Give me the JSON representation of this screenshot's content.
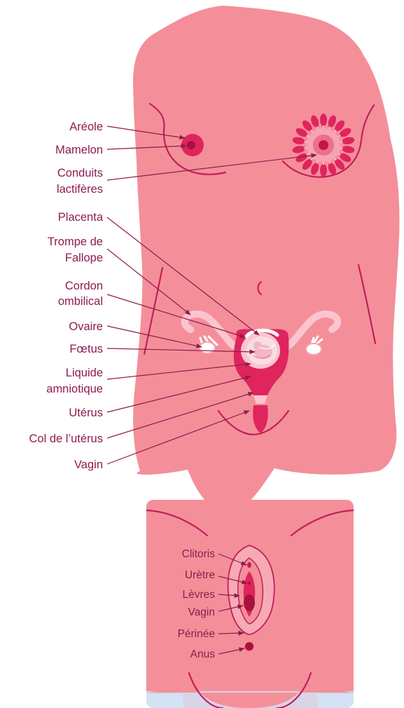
{
  "colors": {
    "skin": "#f48f99",
    "organ": "#e0245e",
    "label": "#8e1b4f",
    "ground": "#d3e2f4"
  },
  "body_labels": {
    "areole": "Aréole",
    "mamelon": "Mamelon",
    "conduits_1": "Conduits",
    "conduits_2": "lactifères",
    "placenta": "Placenta",
    "trompe_1": "Trompe de",
    "trompe_2": "Fallope",
    "cordon_1": "Cordon",
    "cordon_2": "ombilical",
    "ovaire": "Ovaire",
    "foetus": "Fœtus",
    "liquide_1": "Liquide",
    "liquide_2": "amniotique",
    "uterus": "Utérus",
    "col": "Col de l’utérus",
    "vagin": "Vagin"
  },
  "vulva_labels": {
    "clitoris": "Clitoris",
    "uretre": "Urètre",
    "levres": "Lèvres",
    "vagin": "Vagin",
    "perinee": "Périnée",
    "anus": "Anus"
  }
}
